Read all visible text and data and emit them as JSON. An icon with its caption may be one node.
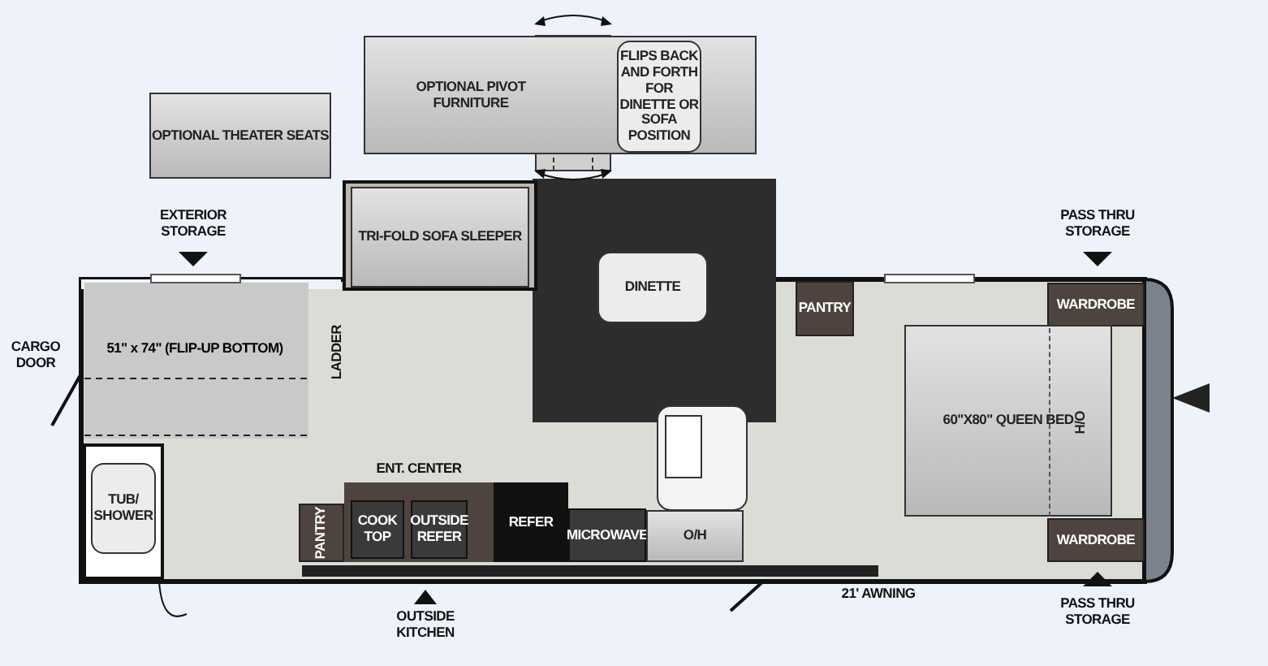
{
  "diagram": {
    "nodes": [
      {
        "text": [
          "OPTIONAL THEATER SEATS"
        ]
      },
      {
        "text": [
          "OPTIONAL PIVOT FURNITURE"
        ]
      },
      {
        "text": [
          "FLIPS BACK AND FORTH FOR DINETTE OR SOFA POSITION"
        ],
        "in": 1
      },
      {
        "text": [
          "TRI-FOLD SOFA SLEEPER"
        ]
      },
      {
        "text": [
          "DINETTE"
        ]
      },
      {
        "text": [
          "51\" x 74\" (FLIP-UP BOTTOM)"
        ]
      },
      {
        "text": [
          "TUB/ SHOWER"
        ]
      },
      {
        "text": [
          "PANTRY"
        ]
      },
      {
        "text": [
          "ENT. CENTER"
        ]
      },
      {
        "text": [
          "COOK TOP"
        ],
        "in": 8
      },
      {
        "text": [
          "OUTSIDE REFER"
        ],
        "in": 8
      },
      {
        "text": [
          "REFER"
        ]
      },
      {
        "text": [
          "MICROWAVE"
        ]
      },
      {
        "text": [
          "O/H"
        ]
      },
      {
        "text": [
          "PANTRY"
        ]
      },
      {
        "text": [
          "WARDROBE"
        ]
      },
      {
        "text": [
          "60\"X80\" QUEEN BED"
        ]
      },
      {
        "text": [
          "H/O"
        ],
        "in": 16
      },
      {
        "text": [
          "WARDROBE"
        ]
      }
    ],
    "labels": [
      "EXTERIOR STORAGE",
      "PASS THRU STORAGE",
      "CARGO DOOR",
      "LADDER",
      "21' AWNING",
      "OUTSIDE KITCHEN",
      "PASS THRU STORAGE"
    ]
  }
}
